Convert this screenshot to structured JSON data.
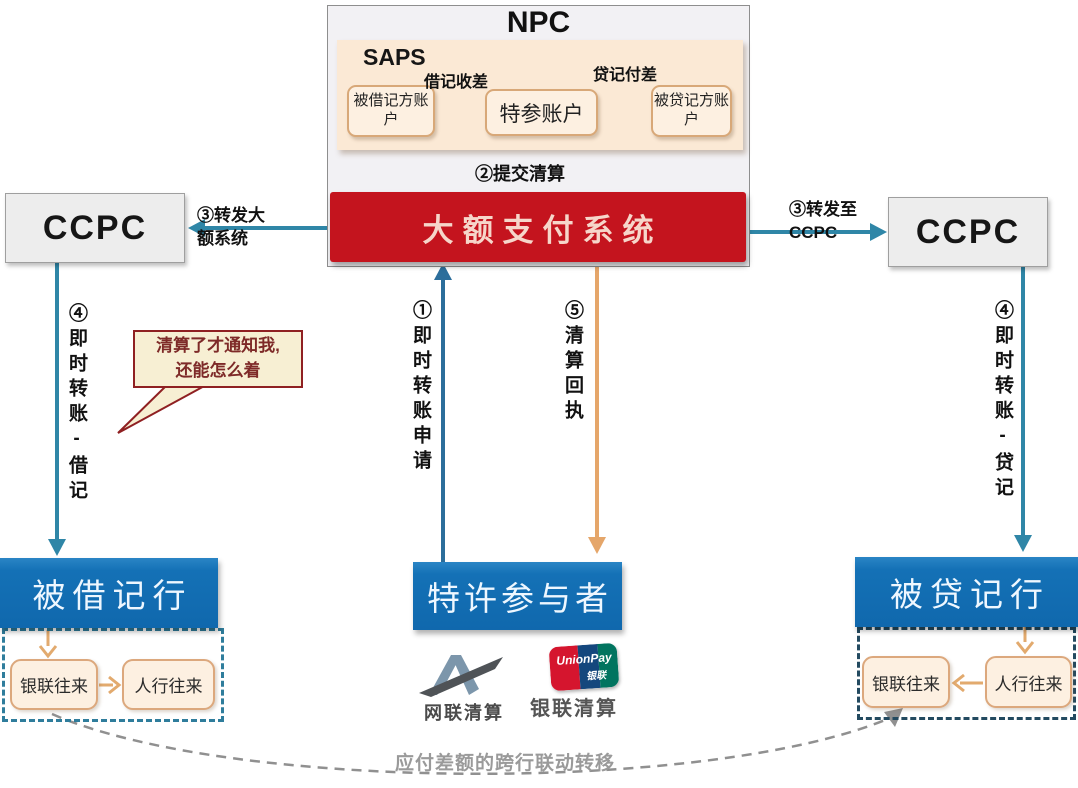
{
  "npc": {
    "title": "NPC",
    "saps": {
      "title": "SAPS",
      "debited_account": "被借记方账户",
      "special_account": "特参账户",
      "credited_account": "被贷记方账户",
      "debit_diff_label": "借记收差",
      "credit_diff_label": "贷记付差"
    }
  },
  "hvps": {
    "label": "大额支付系统"
  },
  "ccpc": {
    "left": "CCPC",
    "right": "CCPC"
  },
  "flows": {
    "submit_clearing": "②提交清算",
    "forward_hvps": "③转发大额系统",
    "forward_ccpc": "③转发至CCPC",
    "instant_debit": "④即时转账-借记",
    "instant_apply": "①即时转账申请",
    "clearing_receipt": "⑤清算回执",
    "instant_credit": "④即时转账-贷记",
    "interbank_transfer": "应付差额的跨行联动转移"
  },
  "bubble": {
    "line1": "清算了才通知我,",
    "line2": "还能怎么着"
  },
  "banks": {
    "debited": "被借记行",
    "participant": "特许参与者",
    "credited": "被贷记行"
  },
  "accounts_left": {
    "unionpay": "银联往来",
    "pboc": "人行往来"
  },
  "accounts_right": {
    "unionpay": "银联往来",
    "pboc": "人行往来"
  },
  "logos": {
    "netsunion_caption": "网联清算",
    "unionpay_caption": "银联清算",
    "unionpay_text": "UnionPay",
    "unionpay_cn": "银联"
  },
  "colors": {
    "hvps_red": "#c4141e",
    "bank_blue": "#1471b6",
    "arrow_teal": "#2f86a7",
    "arrow_orange": "#e5a66a",
    "arrow_green_dashed": "#a5bd7a",
    "peach_fill": "#fdf0e1",
    "peach_border": "#d8a878",
    "bubble_fill": "#f7efd3",
    "bubble_border": "#8f2022",
    "curve_gray": "#909090"
  }
}
